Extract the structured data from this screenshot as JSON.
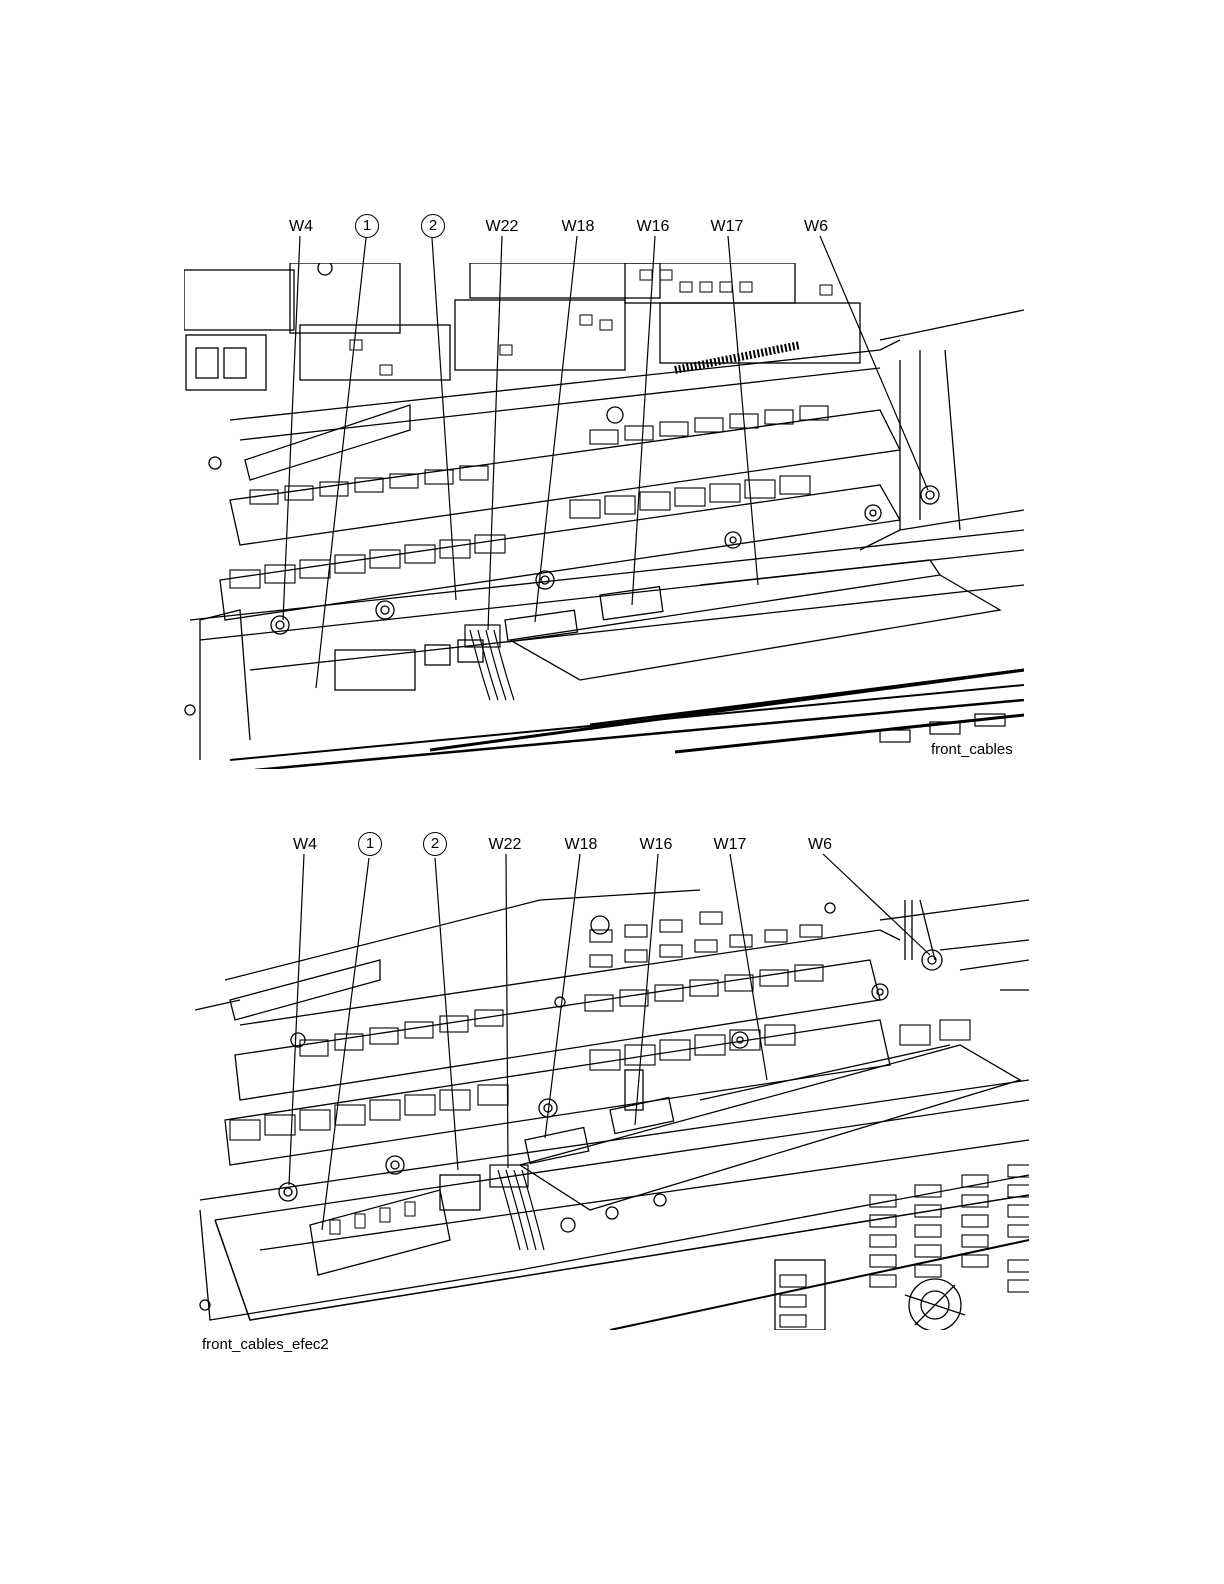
{
  "figures": [
    {
      "caption": "front_cables",
      "callouts": {
        "w4": "W4",
        "item1": "1",
        "item2": "2",
        "w22": "W22",
        "w18": "W18",
        "w16": "W16",
        "w17": "W17",
        "w6": "W6"
      }
    },
    {
      "caption": "front_cables_efec2",
      "callouts": {
        "w4": "W4",
        "item1": "1",
        "item2": "2",
        "w22": "W22",
        "w18": "W18",
        "w16": "W16",
        "w17": "W17",
        "w6": "W6"
      }
    }
  ],
  "colors": {
    "line": "#000000",
    "background": "#ffffff"
  }
}
